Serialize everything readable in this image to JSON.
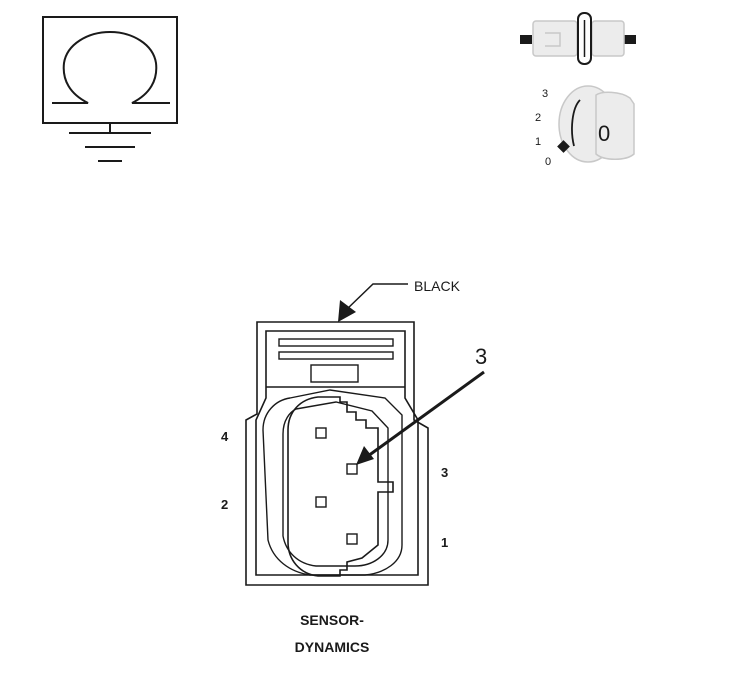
{
  "ohmmeter_symbol": {
    "glyph": "Ω",
    "icon": "ohm-icon",
    "ground_icon": "ground-icon"
  },
  "ignition": {
    "key_position_labels": [
      "3",
      "2",
      "1",
      "0"
    ],
    "key_selected": "0",
    "connector_icon": "disconnect-icon",
    "switch_icon": "ignition-key-icon"
  },
  "connector": {
    "color_label": "BLACK",
    "callout_pin": "3",
    "pin_labels": {
      "pin4": "4",
      "pin2": "2",
      "pin3": "3",
      "pin1": "1"
    },
    "caption_line1": "SENSOR-",
    "caption_line2": "DYNAMICS"
  }
}
